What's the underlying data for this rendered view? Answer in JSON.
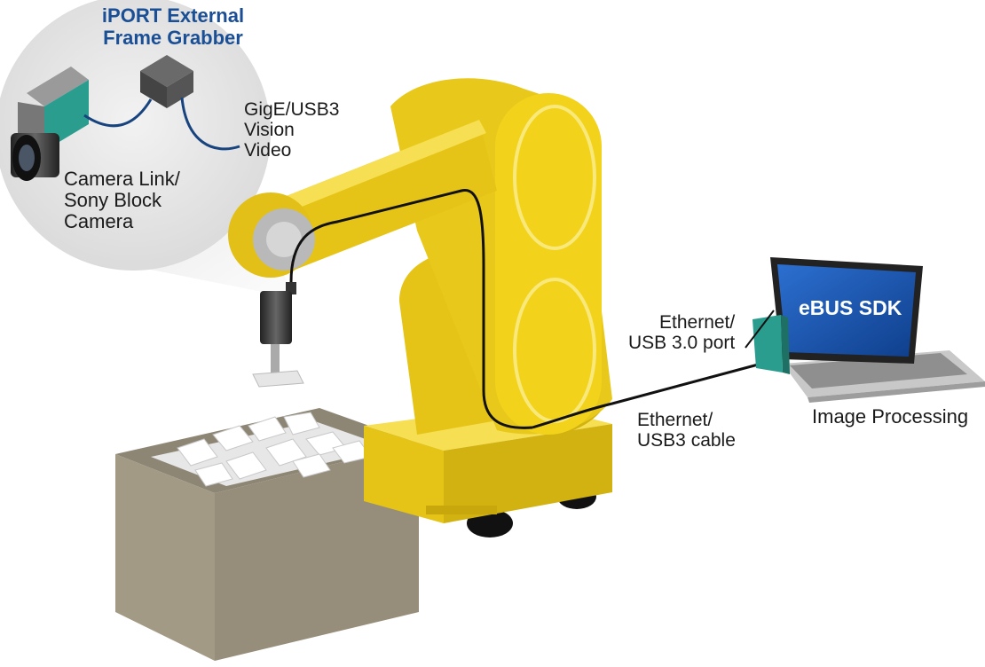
{
  "labels": {
    "frame_grabber_title": "iPORT External\nFrame Grabber",
    "gige_usb3": "GigE/USB3\nVision\nVideo",
    "camera_link": "Camera Link/\nSony Block\nCamera",
    "ethernet_port": "Ethernet/\nUSB 3.0 port",
    "ethernet_cable": "Ethernet/\nUSB3 cable",
    "sdk": "eBUS SDK",
    "image_processing": "Image Processing"
  },
  "colors": {
    "robot_yellow": "#f2d21b",
    "robot_shadow": "#c8a70c",
    "screen_blue": "#1f5fb8",
    "port_teal": "#2a9d8f",
    "title_blue": "#1a4f96",
    "bin_tan": "#a39a86"
  }
}
